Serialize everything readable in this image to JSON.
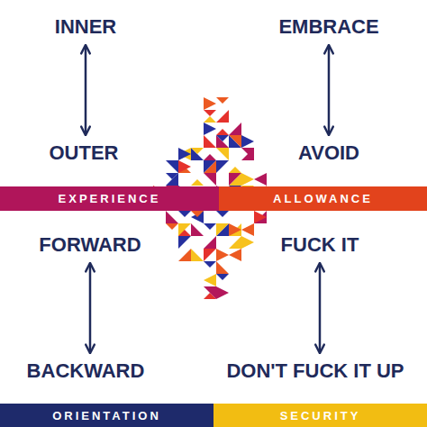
{
  "diagram": {
    "nodes": [
      {
        "text": [
          "INNER"
        ]
      },
      {
        "text": [
          "EMBRACE"
        ]
      },
      {
        "text": [
          "OUTER"
        ]
      },
      {
        "text": [
          "AVOID"
        ]
      },
      {
        "text": [
          "EXPERIENCE"
        ]
      },
      {
        "text": [
          "ALLOWANCE"
        ]
      },
      {
        "text": [
          "FORWARD"
        ]
      },
      {
        "text": [
          "FUCK IT"
        ]
      },
      {
        "text": [
          "BACKWARD"
        ]
      },
      {
        "text": [
          "DON'T FUCK IT UP"
        ]
      },
      {
        "text": [
          "ORIENTATION"
        ]
      },
      {
        "text": [
          "SECURITY"
        ]
      }
    ],
    "edges": [
      {
        "from": 0,
        "to": 2,
        "arrow": "both"
      },
      {
        "from": 1,
        "to": 3,
        "arrow": "both"
      },
      {
        "from": 6,
        "to": 8,
        "arrow": "both"
      },
      {
        "from": 7,
        "to": 9,
        "arrow": "both"
      }
    ]
  }
}
